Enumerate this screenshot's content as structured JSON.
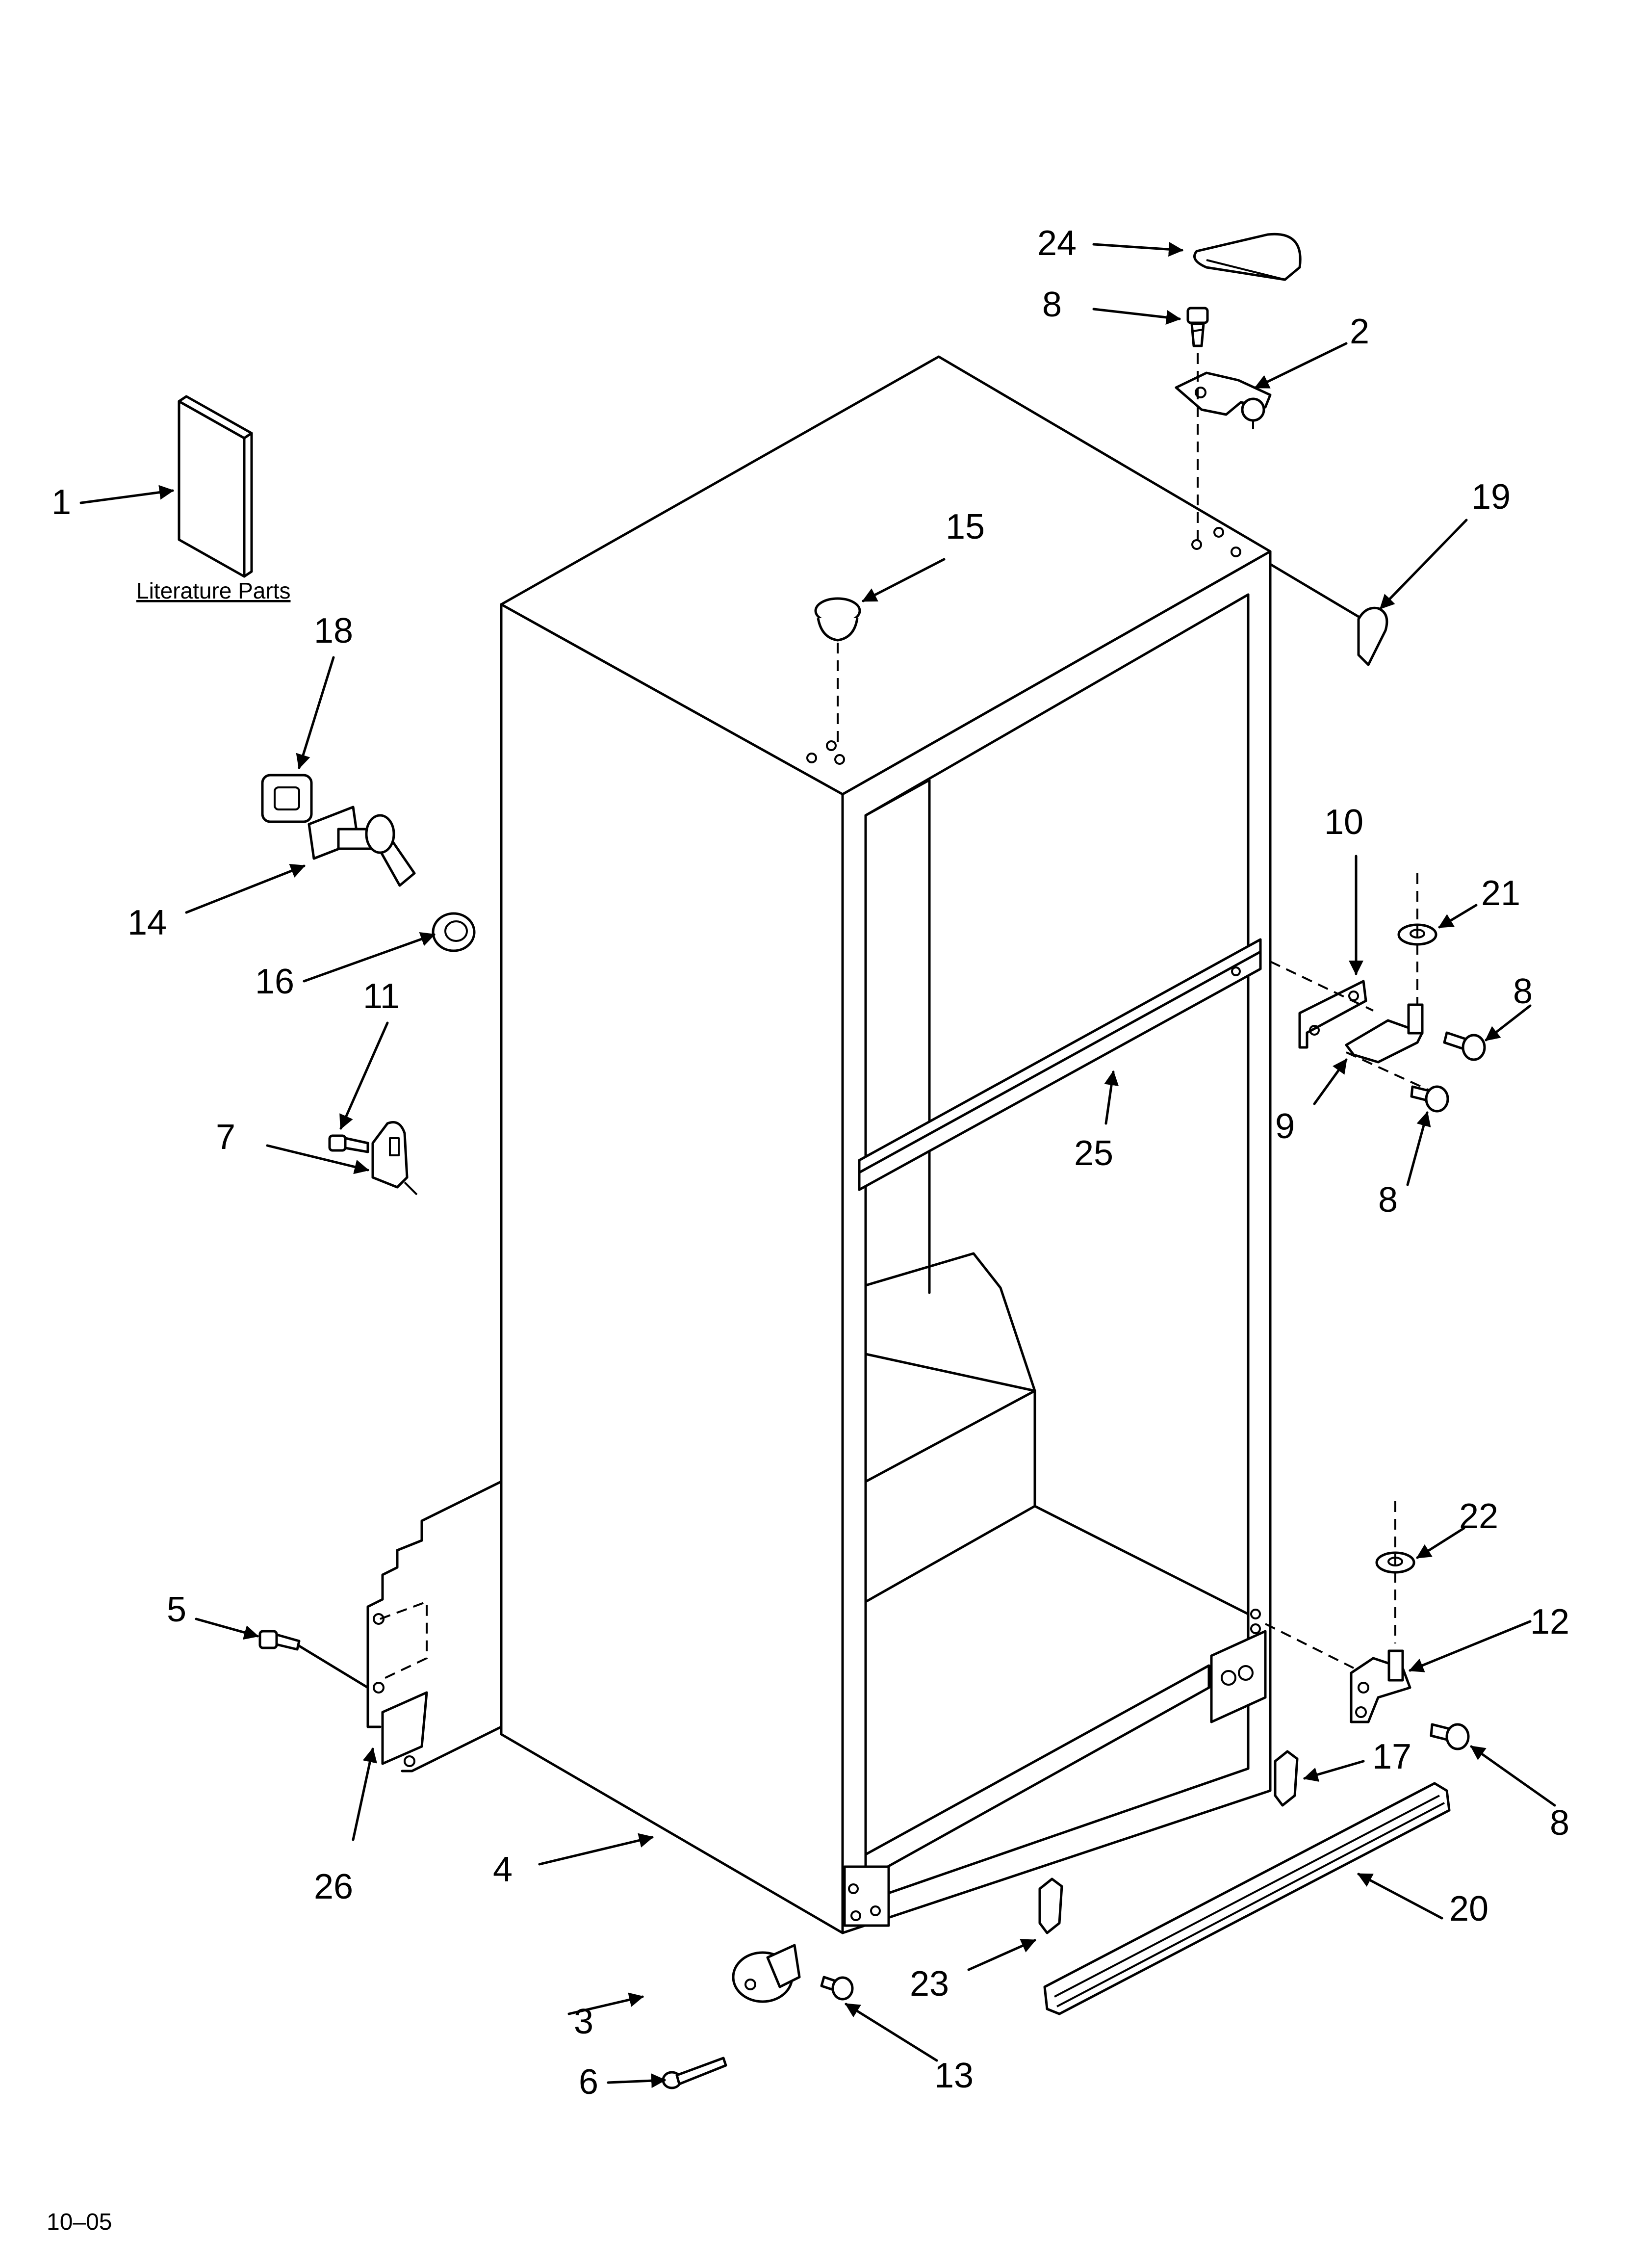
{
  "callouts": {
    "c1": "1",
    "c2": "2",
    "c3": "3",
    "c4": "4",
    "c5": "5",
    "c6": "6",
    "c7": "7",
    "c8a": "8",
    "c8b": "8",
    "c8c": "8",
    "c8d": "8",
    "c9": "9",
    "c10": "10",
    "c11": "11",
    "c12": "12",
    "c13": "13",
    "c14": "14",
    "c15": "15",
    "c16": "16",
    "c17": "17",
    "c18": "18",
    "c19": "19",
    "c20": "20",
    "c21": "21",
    "c22": "22",
    "c23": "23",
    "c24": "24",
    "c25": "25",
    "c26": "26"
  },
  "literature_caption": "Literature Parts",
  "footer_code": "10–05"
}
